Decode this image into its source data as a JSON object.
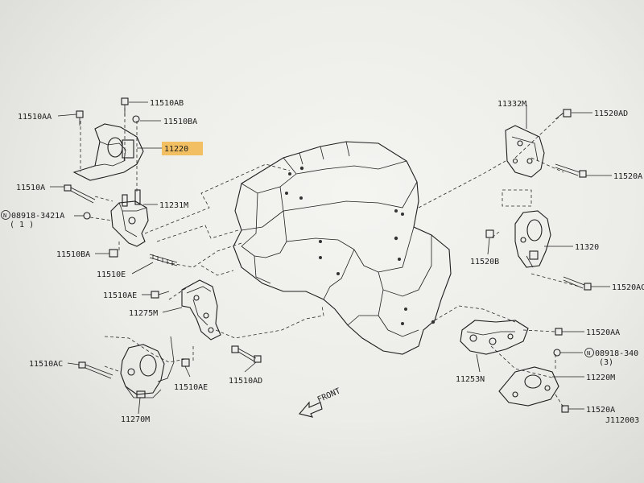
{
  "labels": {
    "p11510AA": "11510AA",
    "p11510AB": "11510AB",
    "p11510BA_top": "11510BA",
    "p11220": "11220",
    "p11510A": "11510A",
    "p11231M": "11231M",
    "p08918_3421A": "08918-3421A",
    "p08918_qty": "( 1 )",
    "p11510BA_mid": "11510BA",
    "p11510E": "11510E",
    "p11510AE_1": "11510AE",
    "p11275M": "11275M",
    "p11510AC": "11510AC",
    "p11510AE_2": "11510AE",
    "p11510AD": "11510AD",
    "p11270M": "11270M",
    "p11332M": "11332M",
    "p11520AD": "11520AD",
    "p11520A_top": "11520A",
    "p11320": "11320",
    "p11520B": "11520B",
    "p11520AC": "11520AC",
    "p11520AA": "11520AA",
    "p08918_340": "08918-340",
    "p08918_340_qty": "(3)",
    "p11220M": "11220M",
    "p11253N": "11253N",
    "p11520A_bottom": "11520A",
    "front": "FRONT",
    "figure_code": "J112003"
  },
  "highlight_color": "#f2b64a"
}
